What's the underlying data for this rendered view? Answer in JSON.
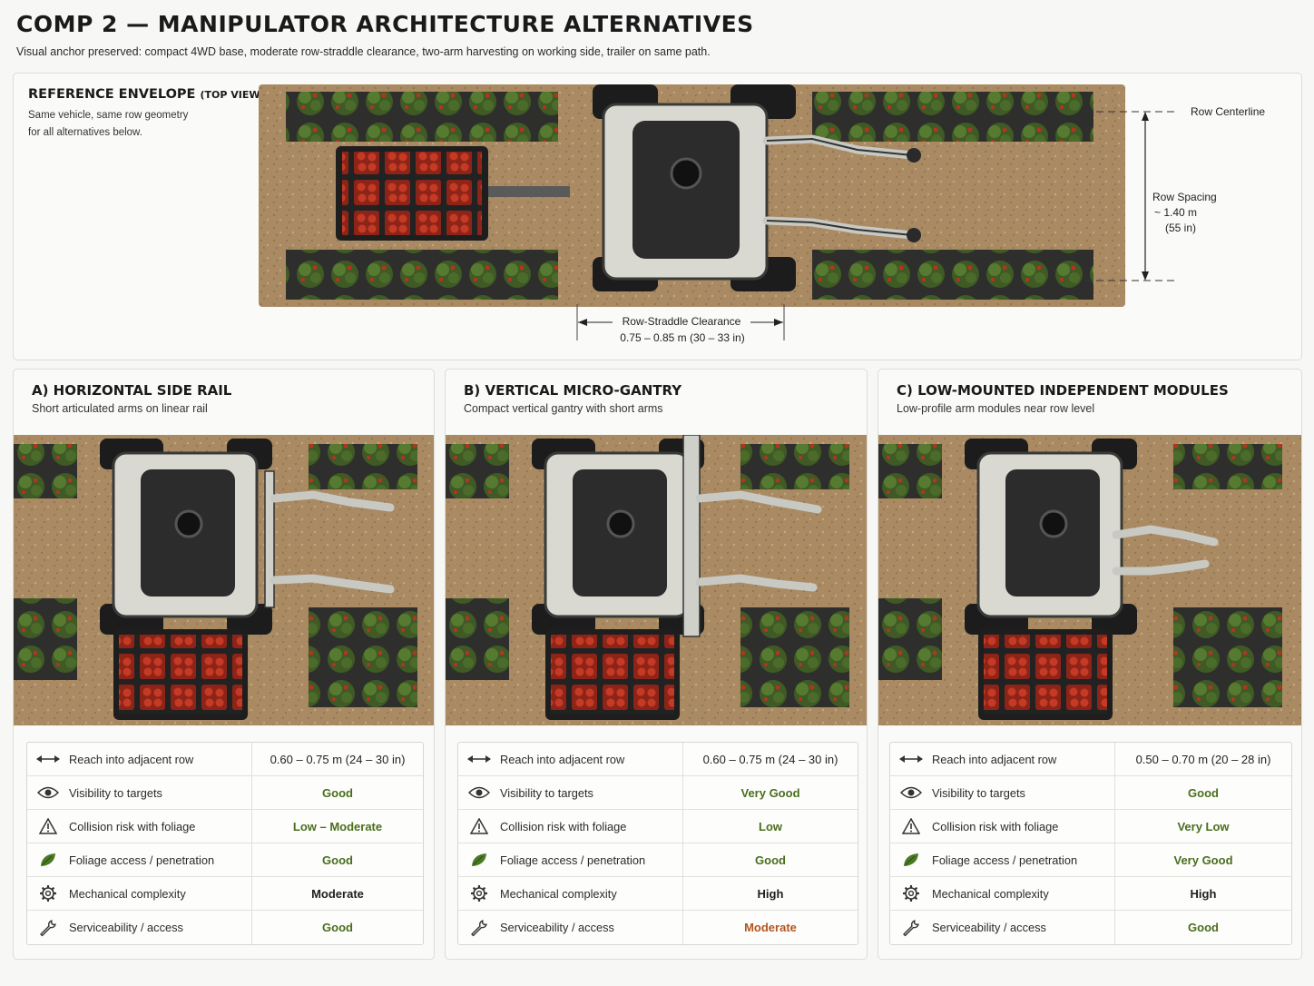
{
  "header": {
    "title": "COMP 2 — MANIPULATOR ARCHITECTURE ALTERNATIVES",
    "subtitle": "Visual anchor preserved: compact 4WD base, moderate row-straddle clearance, two-arm harvesting on working side, trailer on same path."
  },
  "reference": {
    "heading": "REFERENCE ENVELOPE",
    "heading_suffix": "(TOP VIEW)",
    "desc_line1": "Same vehicle, same row geometry",
    "desc_line2": "for all alternatives below.",
    "row_centerline": "Row Centerline",
    "row_spacing_label": "Row Spacing",
    "row_spacing_m": "~ 1.40 m",
    "row_spacing_in": "(55 in)",
    "clearance_label": "Row-Straddle Clearance",
    "clearance_value": "0.75 – 0.85 m (30 – 33 in)"
  },
  "colors": {
    "soil": "#a98a63",
    "plant": "#3f5a25",
    "berry": "#b8321f",
    "body": "#d9d9d2",
    "dark": "#2c2c2c",
    "good": "#4a6e1c",
    "warn": "#b3541e"
  },
  "row_labels": [
    {
      "icon": "reach-arrows-icon",
      "label": "Reach into adjacent row"
    },
    {
      "icon": "eye-icon",
      "label": "Visibility to targets"
    },
    {
      "icon": "warning-triangle-icon",
      "label": "Collision risk with foliage"
    },
    {
      "icon": "leaf-icon",
      "label": "Foliage access / penetration"
    },
    {
      "icon": "gear-icon",
      "label": "Mechanical complexity"
    },
    {
      "icon": "wrench-icon",
      "label": "Serviceability / access"
    }
  ],
  "alternatives": [
    {
      "heading": "A) HORIZONTAL SIDE RAIL",
      "sub": "Short articulated arms on linear rail",
      "values": [
        "0.60 – 0.75 m (24 – 30 in)",
        "Good",
        "Low – Moderate",
        "Good",
        "Moderate",
        "Good"
      ]
    },
    {
      "heading": "B) VERTICAL MICRO-GANTRY",
      "sub": "Compact vertical gantry with short arms",
      "values": [
        "0.60 – 0.75 m (24 – 30 in)",
        "Very Good",
        "Low",
        "Good",
        "High",
        "Moderate"
      ]
    },
    {
      "heading": "C) LOW-MOUNTED INDEPENDENT MODULES",
      "sub": "Low-profile arm modules near row level",
      "values": [
        "0.50 – 0.70 m (20 – 28 in)",
        "Good",
        "Very Low",
        "Very Good",
        "High",
        "Good"
      ]
    }
  ]
}
